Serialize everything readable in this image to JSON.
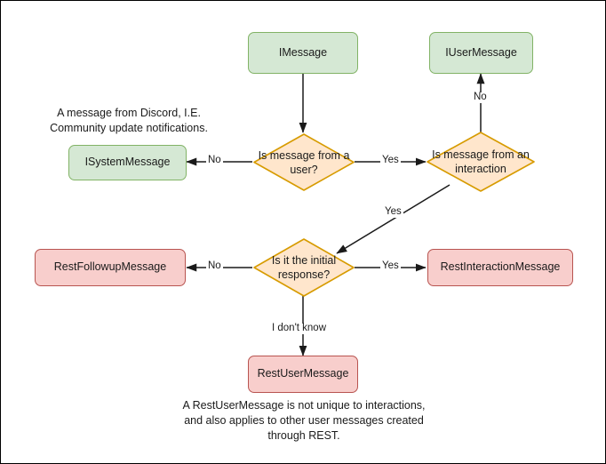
{
  "diagram": {
    "title": "Discord message type decision flowchart",
    "colors": {
      "green_fill": "#d5e8d4",
      "green_stroke": "#82b366",
      "orange_fill": "#ffe6cc",
      "orange_stroke": "#d79b00",
      "pink_fill": "#f8cecc",
      "pink_stroke": "#b85450",
      "edge_stroke": "#1a1a1a",
      "canvas_border": "#000000",
      "background": "#ffffff"
    },
    "nodes": {
      "imessage": "IMessage",
      "iusermessage": "IUserMessage",
      "isystemmessage": "ISystemMessage",
      "restfollowupmessage": "RestFollowupMessage",
      "restinteractionmessage": "RestInteractionMessage",
      "restusermessage": "RestUserMessage",
      "decision_user": "Is message from a user?",
      "decision_interaction": "Is message from an interaction",
      "decision_initial": "Is it the initial response?"
    },
    "edge_labels": {
      "user_no": "No",
      "user_yes": "Yes",
      "interaction_no": "No",
      "interaction_yes": "Yes",
      "initial_no": "No",
      "initial_yes": "Yes",
      "initial_unknown": "I don't know"
    },
    "notes": {
      "system_message": "A message from Discord, I.E.\nCommunity update notifications.",
      "rest_user_message": "A RestUserMessage is not unique to interactions,\nand also applies to other user messages created\nthrough REST."
    }
  }
}
